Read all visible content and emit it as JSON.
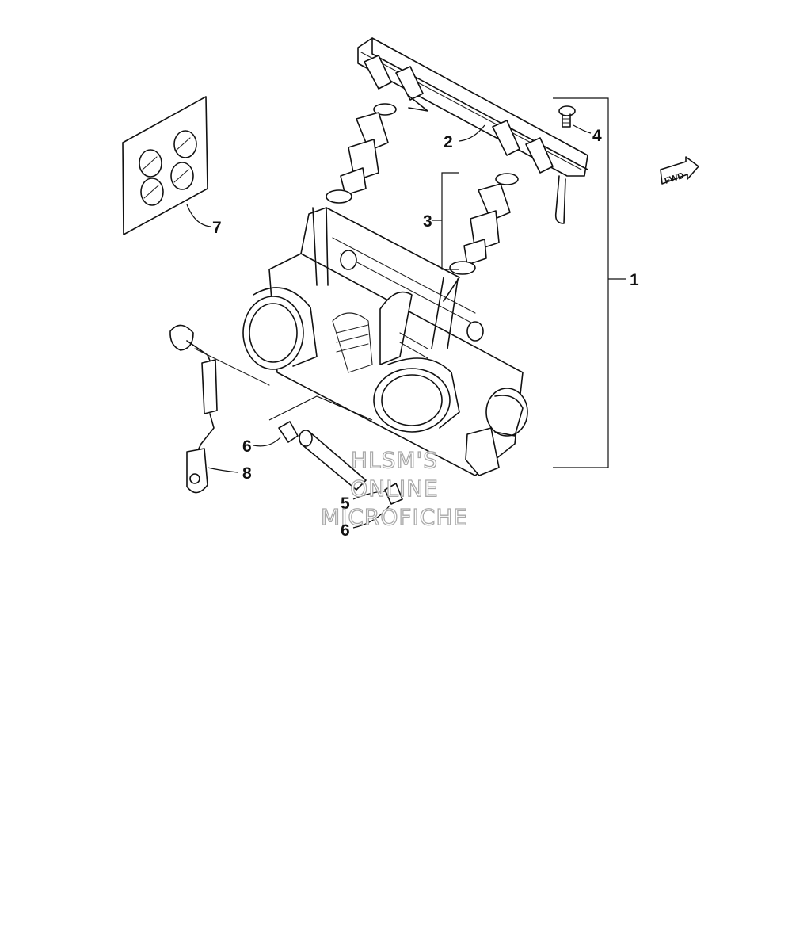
{
  "callouts": {
    "c1": "1",
    "c2": "2",
    "c3": "3",
    "c4": "4",
    "c5": "5",
    "c6a": "6",
    "c6b": "6",
    "c7": "7",
    "c8": "8"
  },
  "fwd_marker": "FWD",
  "watermark": {
    "line1": "HLSM'S",
    "line2": "ONLINE",
    "line3": "MICROFICHE"
  }
}
